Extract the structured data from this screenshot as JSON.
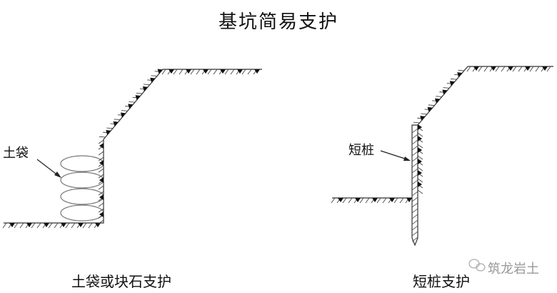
{
  "title": "基坑简易支护",
  "left_diagram": {
    "label": "土袋",
    "caption": "土袋或块石支护"
  },
  "right_diagram": {
    "label": "短桩",
    "caption": "短桩支护"
  },
  "watermark": {
    "text": "筑龙岩土",
    "icon": "wechat-icon"
  }
}
